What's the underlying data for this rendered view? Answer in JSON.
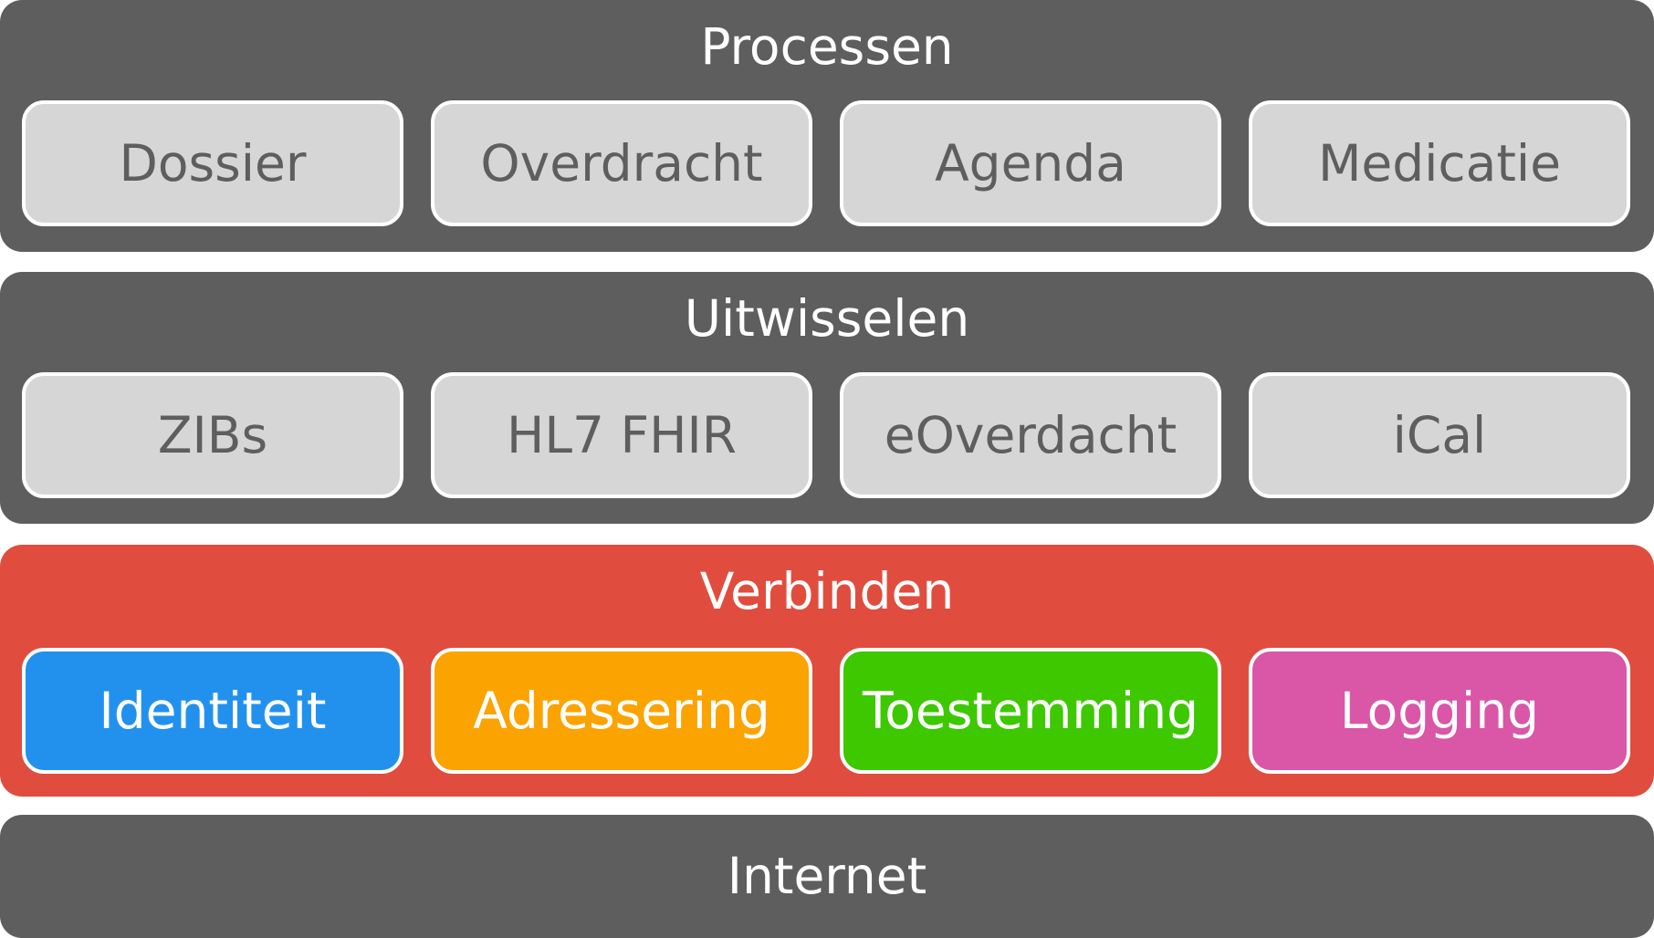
{
  "layers": {
    "processen": {
      "title": "Processen",
      "color": "#5e5e5e",
      "items": [
        {
          "label": "Dossier"
        },
        {
          "label": "Overdracht"
        },
        {
          "label": "Agenda"
        },
        {
          "label": "Medicatie"
        }
      ]
    },
    "uitwisselen": {
      "title": "Uitwisselen",
      "color": "#5e5e5e",
      "items": [
        {
          "label": "ZIBs"
        },
        {
          "label": "HL7 FHIR"
        },
        {
          "label": "eOverdacht"
        },
        {
          "label": "iCal"
        }
      ]
    },
    "verbinden": {
      "title": "Verbinden",
      "color": "#e04d3f",
      "items": [
        {
          "label": "Identiteit",
          "color": "#2291ee"
        },
        {
          "label": "Adressering",
          "color": "#fba300"
        },
        {
          "label": "Toestemming",
          "color": "#3dc800"
        },
        {
          "label": "Logging",
          "color": "#d957a6"
        }
      ]
    },
    "internet": {
      "title": "Internet",
      "color": "#5e5e5e"
    }
  }
}
